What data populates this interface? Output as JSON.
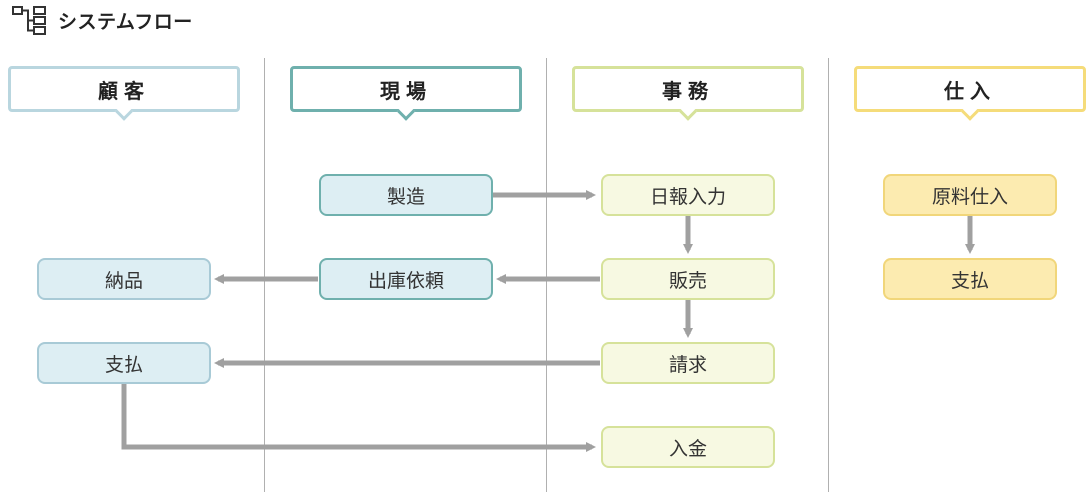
{
  "title": "システムフロー",
  "icon": "flow-diagram-icon",
  "colors": {
    "customer": "#b9d6df",
    "site": "#6fb0ad",
    "office": "#d6e29a",
    "purchase": "#f5dc7a",
    "arrow": "#a0a0a0"
  },
  "lanes": [
    {
      "label": "顧客"
    },
    {
      "label": "現場"
    },
    {
      "label": "事務"
    },
    {
      "label": "仕入"
    }
  ],
  "nodes": {
    "manufacture": "製造",
    "daily_report": "日報入力",
    "delivery": "納品",
    "shipping_request": "出庫依頼",
    "sales": "販売",
    "customer_payment": "支払",
    "invoice": "請求",
    "deposit": "入金",
    "raw_purchase": "原料仕入",
    "supplier_payment": "支払"
  }
}
